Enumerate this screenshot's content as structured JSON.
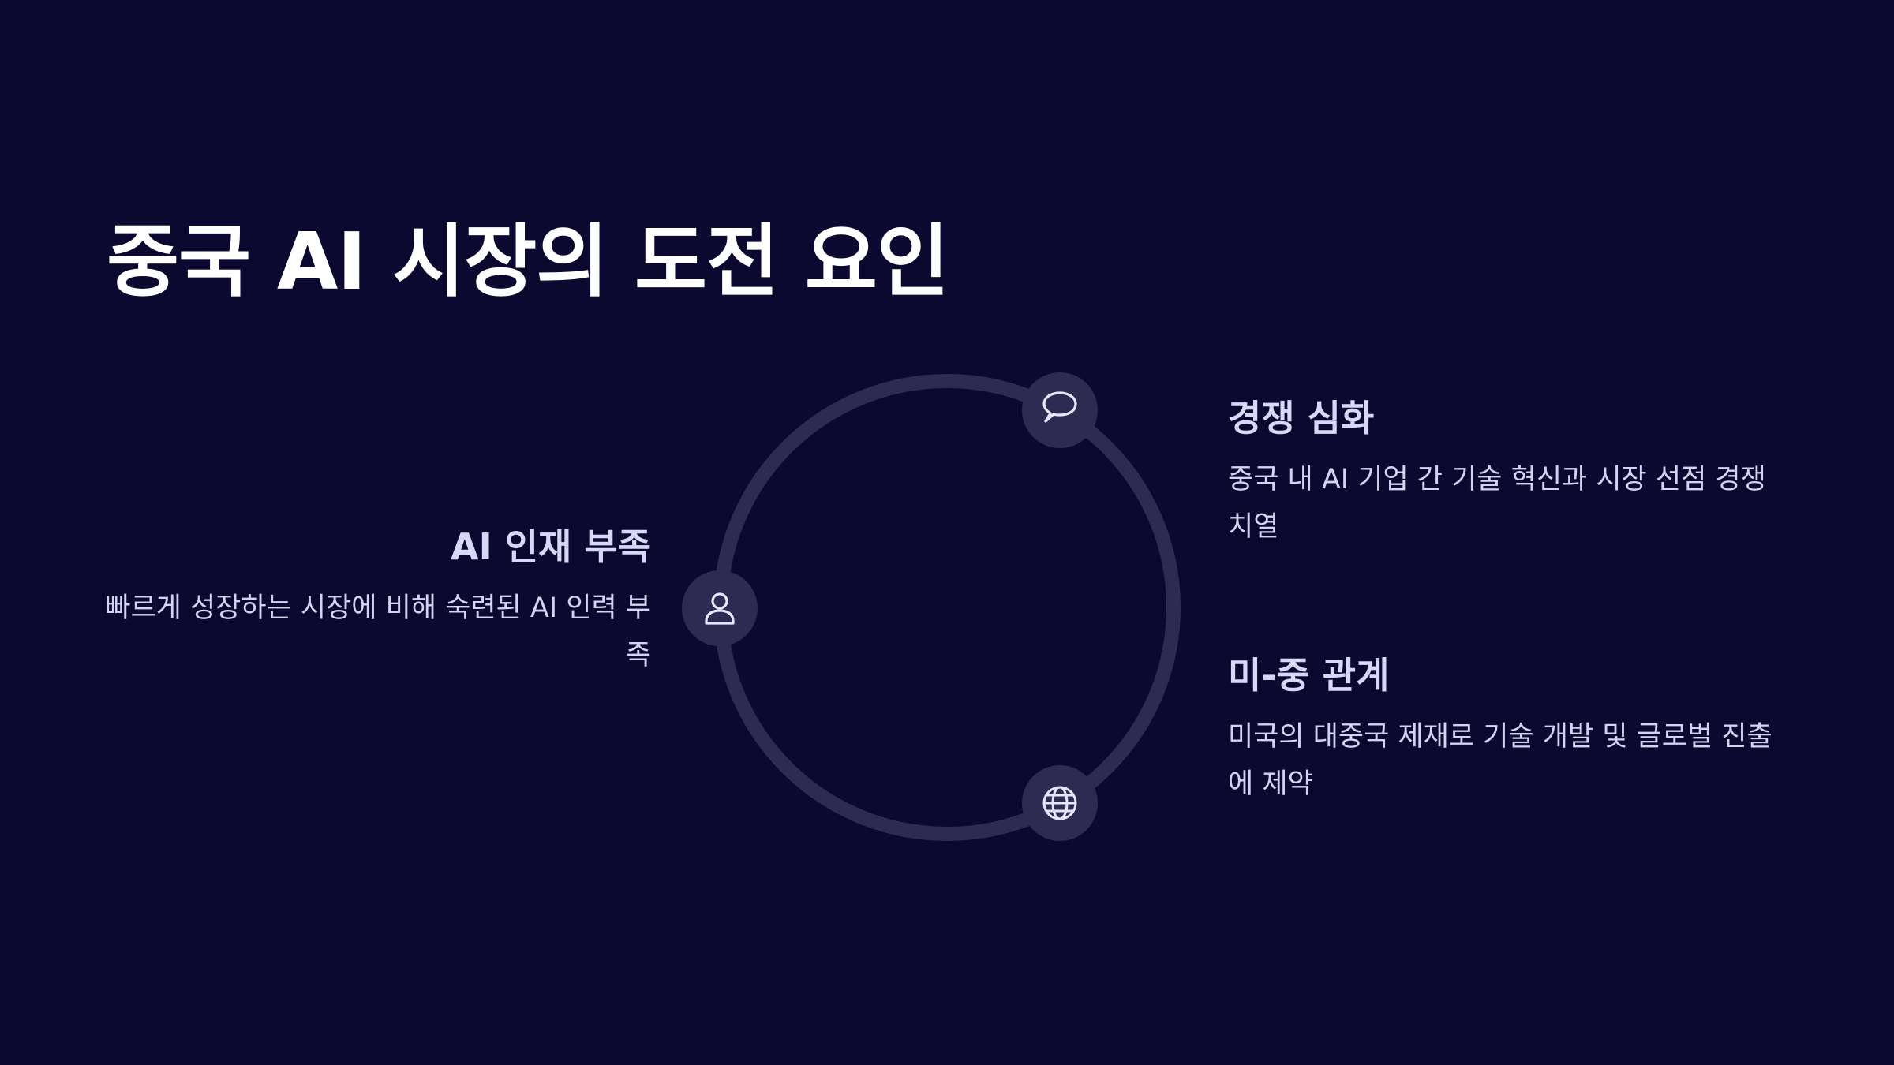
{
  "title": "중국 AI 시장의 도전 요인",
  "colors": {
    "background": "#0b0930",
    "ring": "#2d2b52",
    "node": "#2d2b52",
    "icon_stroke": "#e6e7ff",
    "heading": "#d6d8f6",
    "body": "#d2d4f0"
  },
  "items": [
    {
      "heading": "경쟁 심화",
      "text": "중국 내 AI 기업 간 기술 혁신과 시장 선점 경쟁 치열",
      "icon": "speech-bubble-icon"
    },
    {
      "heading": "AI 인재 부족",
      "text": "빠르게 성장하는 시장에 비해 숙련된 AI 인력 부족",
      "icon": "person-icon"
    },
    {
      "heading": "미-중 관계",
      "text": "미국의 대중국 제재로 기술 개발 및 글로벌 진출에 제약",
      "icon": "globe-icon"
    }
  ]
}
